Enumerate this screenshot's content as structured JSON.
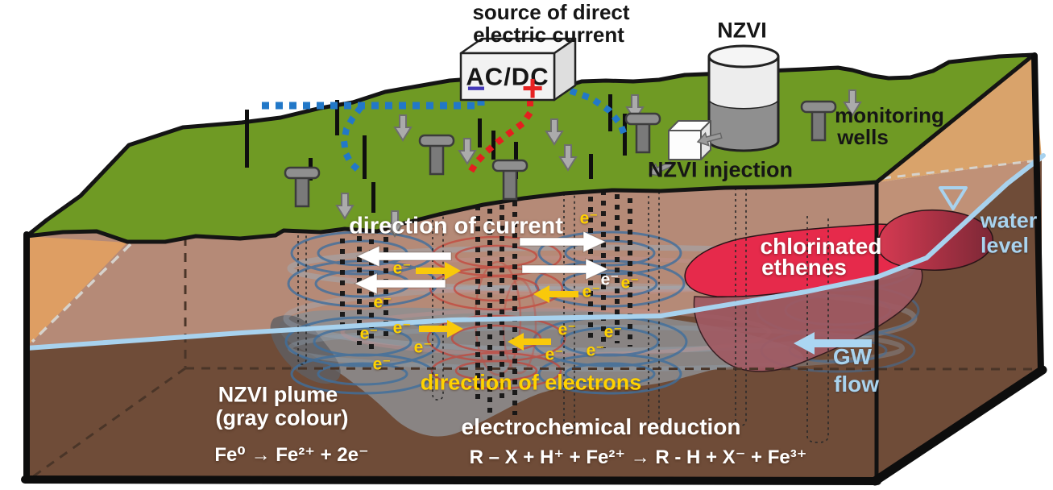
{
  "surface": {
    "power_source_label": [
      "source of direct",
      "electric current"
    ],
    "power_box": "AC/DC",
    "negative_terminal": "−",
    "positive_terminal": "+",
    "nzvi_tank_label": "NZVI",
    "monitoring_wells_label": [
      "monitoring",
      "wells"
    ],
    "injection_label": "NZVI injection"
  },
  "subsurface": {
    "current_direction_label": "direction of current",
    "electron_direction_label": "direction of electrons",
    "electron_symbol": "e⁻",
    "contaminant_label": [
      "chlorinated",
      "ethenes"
    ],
    "water_level_label": [
      "water",
      "level"
    ],
    "gw_flow_label": [
      "GW",
      "flow"
    ],
    "nzvi_plume_label": [
      "NZVI plume",
      "(gray colour)"
    ],
    "iron_oxidation_equation": "Fe⁰ → Fe²⁺ + 2e⁻",
    "reduction_label": "electrochemical reduction",
    "reduction_equation": "R – X  +  H⁺  + Fe²⁺ →  R - H  + X⁻ + Fe³⁺"
  },
  "colors": {
    "grass_green": "#6f9a24",
    "unsaturated_soil": "#b58a77",
    "saturated_soil": "#6f4c38",
    "left_face_soil": "#de9e63",
    "right_face_soil": "#d9a36b",
    "water_blue": "#a8d2ee",
    "contaminant_red": "#e62a4b",
    "nzvi_gray": "#8e8e90",
    "electron_yellow": "#ffd200",
    "current_white": "#ffffff",
    "wire_negative_blue": "#2278c8",
    "wire_positive_red": "#e51f1f"
  }
}
